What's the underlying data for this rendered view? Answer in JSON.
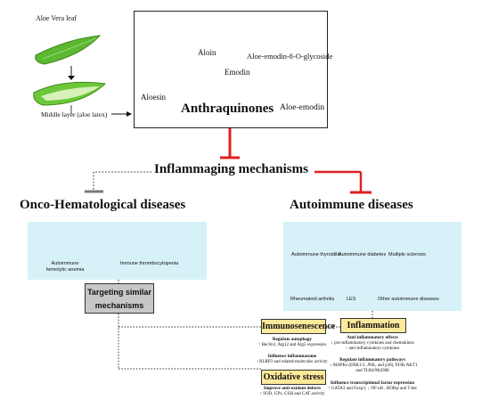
{
  "aloe": {
    "leaf_label": "Aloe Vera leaf",
    "latex_label": "Middle layer (aloe latex)"
  },
  "molecules": {
    "aloin": "Aloin",
    "emodin_glycoside": "Aloe-emodin-8-O-glycoside",
    "emodin": "Emodin",
    "aloesin": "Aloesin",
    "aloe_emodin": "Aloe-emodin",
    "title": "Anthraquinones"
  },
  "inflammaging": "Inflammaging mechanisms",
  "onco": {
    "title": "Onco-Hematological diseases",
    "items": [
      "Autoimmune hemolytic anemia",
      "Immune thrombocytopenia"
    ]
  },
  "autoimmune": {
    "title": "Autoimmune diseases",
    "items": [
      "Autoimmune thyroiditis",
      "Autoimmune diabetes",
      "Multiple sclerosis",
      "Rheumatoid arthritis",
      "LES",
      "Other autoimmune diseases"
    ]
  },
  "targeting": {
    "line1": "Targeting similar",
    "line2": "mechanisms"
  },
  "immunosenescence": {
    "title": "Immunosenescence",
    "h1": "Regulate autophagy",
    "t1": "↑ Beclin1, Atg12 and Atg5 expression",
    "h2": "Influence inflammasome",
    "t2": "↓NLRP3 and related-molecules activity"
  },
  "oxidative": {
    "title": "Oxidative stress",
    "h1": "Improve anti-oxidant defects",
    "t1": "↑ SOD, GPx, GSH and CAT activity"
  },
  "inflammation": {
    "title": "Inflammation",
    "h1": "Anti-inflammatory effects",
    "t1a": "↓ pro-inflammatory cytokines and chemokines",
    "t1b": "↑ anti-inflammatory cytokines",
    "h2": "Regulate inflammatory pathways",
    "t2a": "↓ MAPKs (ERK1/2, JNK, and p38), PI3K/AKT1",
    "t2b": "and TLR4/MyD88",
    "h3": "Influence transcriptional factor expression",
    "t3": "↑ GATA3 and Foxp3; ↓ NF-κB , RORγt and T-bet"
  },
  "colors": {
    "red": "#e02020",
    "gray": "#7a7a7a",
    "leaf": "#5cb832",
    "panel": "#d7f1f8",
    "yellow": "#fde99a"
  }
}
